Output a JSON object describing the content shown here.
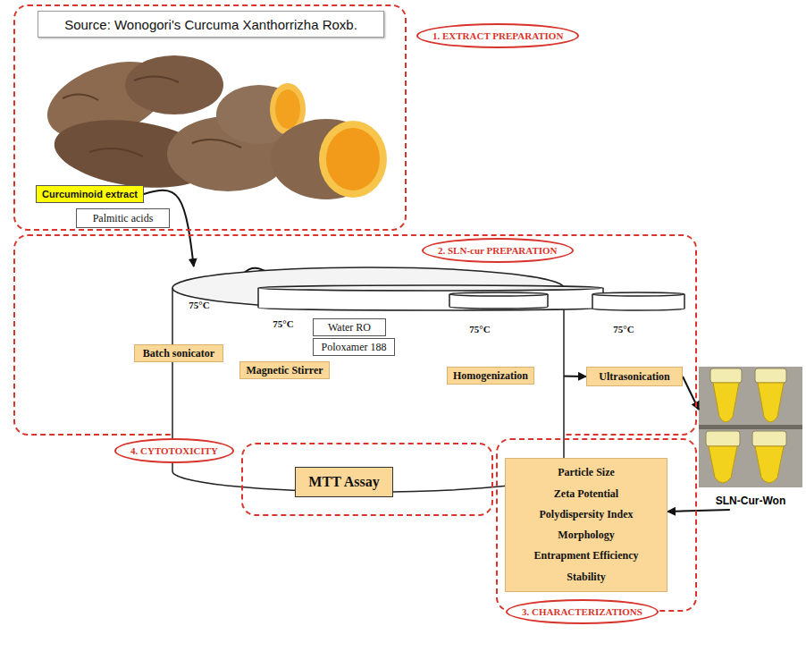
{
  "diagram": {
    "nodes": [
      {
        "text": [
          "1. EXTRACT PREPARATION"
        ]
      },
      {
        "text": [
          "Source: Wonogori's Curcuma Xanthorrizha Roxb."
        ],
        "in": 0
      },
      {
        "text": [
          "Curcuminoid extract"
        ],
        "in": 0
      },
      {
        "text": [
          "Palmitic acids"
        ],
        "in": 0
      },
      {
        "text": [
          "2. SLN-cur PREPARATION"
        ]
      },
      {
        "text": [
          "75°C"
        ],
        "in": 4
      },
      {
        "text": [
          "Batch sonicator"
        ],
        "in": 4
      },
      {
        "text": [
          "75°C"
        ],
        "in": 4
      },
      {
        "text": [
          "Water RO"
        ],
        "in": 4
      },
      {
        "text": [
          "Poloxamer 188"
        ],
        "in": 4
      },
      {
        "text": [
          "Magnetic Stirrer"
        ],
        "in": 4
      },
      {
        "text": [
          "75°C"
        ],
        "in": 4
      },
      {
        "text": [
          "Homogenization"
        ],
        "in": 4
      },
      {
        "text": [
          "75°C"
        ],
        "in": 4
      },
      {
        "text": [
          "Ultrasonication"
        ],
        "in": 4
      },
      {
        "text": [
          "SLN-Cur-Won"
        ]
      },
      {
        "text": [
          "4. CYTOTOXICITY"
        ]
      },
      {
        "text": [
          "MTT Assay"
        ],
        "in": 16
      },
      {
        "text": [
          "3. CHARACTERIZATIONS"
        ]
      },
      {
        "text": [
          "Particle Size",
          "Zeta Potential",
          "Polydispersity Index",
          "Morphology",
          "Entrapment Efficiency",
          "Stability"
        ],
        "in": 18
      }
    ],
    "edges": [
      {
        "from": 2,
        "to": 5,
        "arrow": "to"
      },
      {
        "from": 5,
        "to": 7,
        "arrow": "to"
      },
      {
        "from": 10,
        "to": 12,
        "arrow": "to"
      },
      {
        "from": 12,
        "to": 14,
        "arrow": "to"
      },
      {
        "from": 14,
        "to": 15,
        "arrow": "to"
      },
      {
        "from": 15,
        "to": 19,
        "arrow": "to"
      },
      {
        "from": 19,
        "to": 17,
        "arrow": "to"
      }
    ]
  }
}
